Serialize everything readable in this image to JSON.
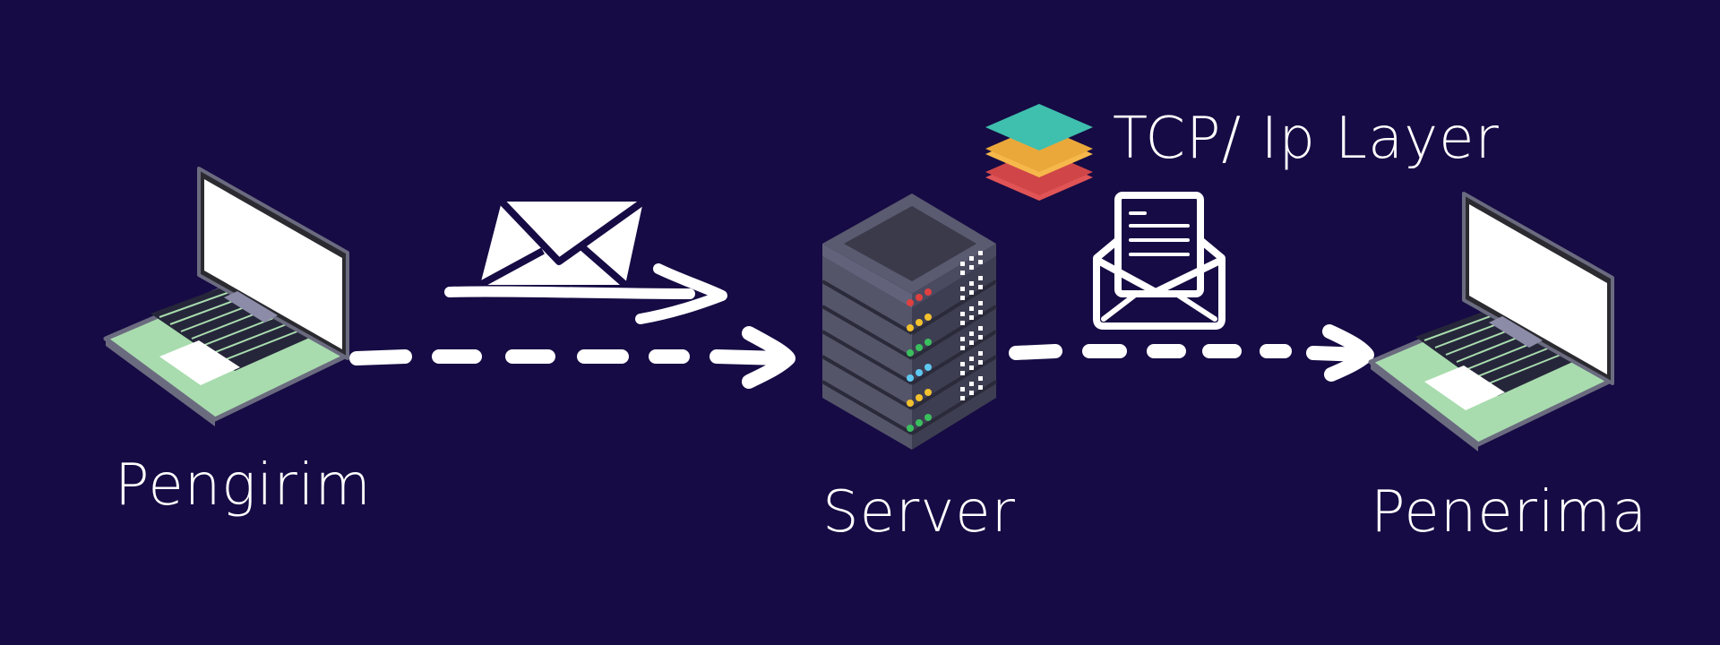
{
  "labels": {
    "sender": "Pengirim",
    "server": "Server",
    "receiver": "Penerima",
    "tcp_layer": "TCP/ Ip Layer"
  },
  "colors": {
    "background": "#160b44",
    "laptop_body": "#a8dcae",
    "laptop_frame": "#2a2a2a",
    "screen": "#ffffff",
    "server_dark": "#4a4a5c",
    "arrow": "#ffffff",
    "layer_top": "#3fbfae",
    "layer_mid": "#f7b84b",
    "layer_bottom": "#e05456",
    "led_red": "#e04040",
    "led_yellow": "#f2c12e",
    "led_green": "#3bbf5e",
    "led_blue": "#5ec8f0"
  },
  "icons": [
    "laptop-icon",
    "envelope-icon",
    "server-icon",
    "layers-icon",
    "open-envelope-icon",
    "arrow-icon"
  ]
}
